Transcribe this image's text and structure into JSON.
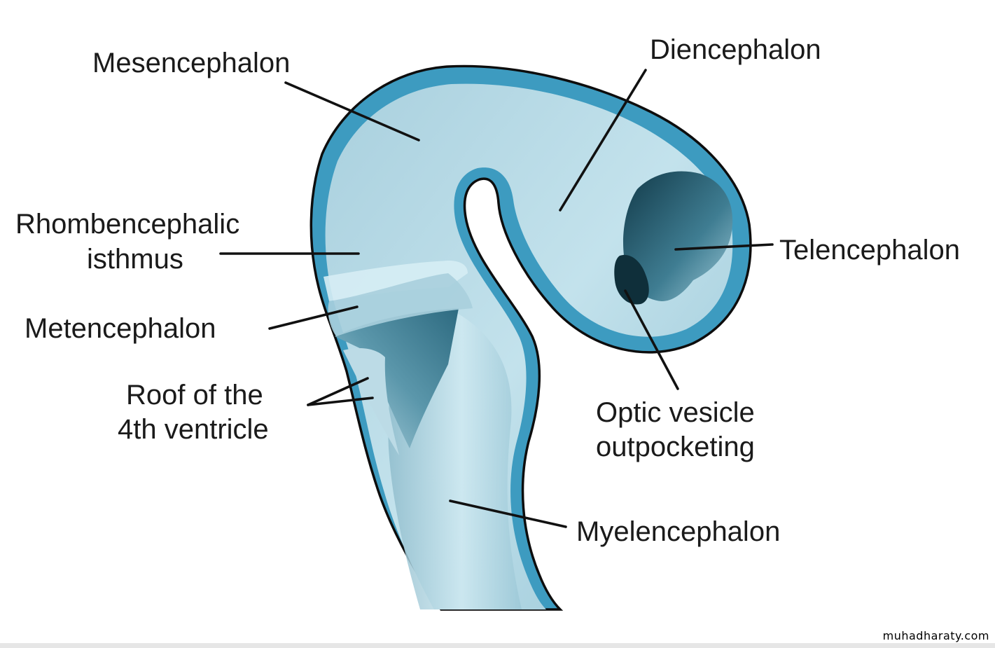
{
  "labels": {
    "mesencephalon": "Mesencephalon",
    "diencephalon": "Diencephalon",
    "rhombencephalic_line1": "Rhombencephalic",
    "rhombencephalic_line2": "isthmus",
    "telencephalon": "Telencephalon",
    "metencephalon": "Metencephalon",
    "roof_line1": "Roof of the",
    "roof_line2": "4th ventricle",
    "optic_line1": "Optic vesicle",
    "optic_line2": "outpocketing",
    "myelencephalon": "Myelencephalon"
  },
  "watermark": "muhadharaty.com",
  "colors": {
    "wall": "#3d9bc0",
    "tissue_light": "#b9dbe6",
    "tissue_mid": "#8fbfd0",
    "cavity_dark": "#1f4e5f",
    "outline": "#0d0d0d"
  }
}
